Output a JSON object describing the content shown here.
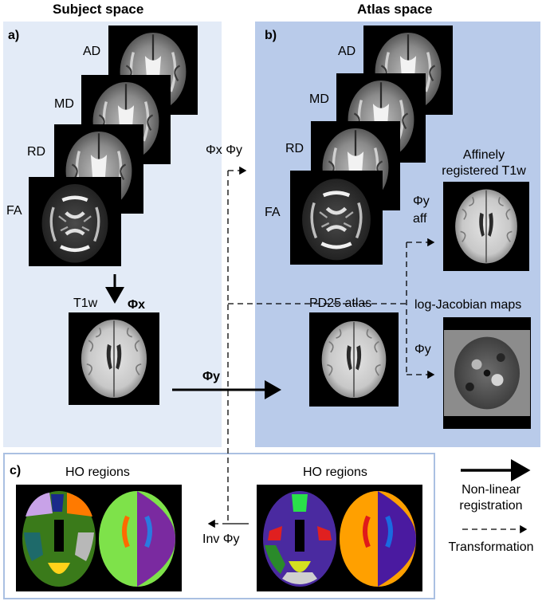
{
  "headers": {
    "subject": "Subject space",
    "atlas": "Atlas space"
  },
  "panels": {
    "a": "a)",
    "b": "b)",
    "c": "c)"
  },
  "subject_maps": [
    "AD",
    "MD",
    "RD",
    "FA"
  ],
  "atlas_maps": [
    "AD",
    "MD",
    "RD",
    "FA"
  ],
  "labels": {
    "phi_x": "Φx",
    "t1w": "T1w",
    "phi_y": "Φy",
    "pd25": "PD25 atlas",
    "phix_phiy": "Φx Φy",
    "affine_title_1": "Affinely",
    "affine_title_2": "registered T1w",
    "phiy_aff_1": "Φy",
    "phiy_aff_2": "aff",
    "logjac": "log-Jacobian maps",
    "phiy_jac": "Φy",
    "ho_left": "HO regions",
    "ho_right": "HO regions",
    "inv_phiy": "Inv Φy"
  },
  "legend": {
    "nonlinear_1": "Non-linear",
    "nonlinear_2": "registration",
    "transformation": "Transformation"
  },
  "colors": {
    "subject_panel": "#e3ebf7",
    "atlas_panel": "#b9cbea",
    "panel_c_border": "#aac0e2"
  }
}
